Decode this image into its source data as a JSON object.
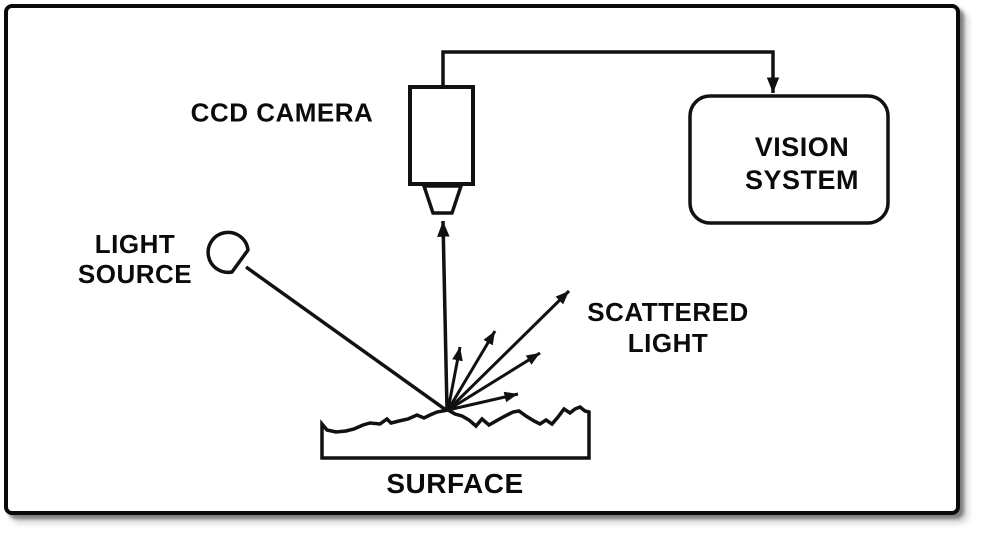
{
  "diagram": {
    "labels": {
      "ccd_camera": "CCD CAMERA",
      "vision_system_line1": "VISION",
      "vision_system_line2": "SYSTEM",
      "light_source_line1": "LIGHT",
      "light_source_line2": "SOURCE",
      "scattered_light_line1": "SCATTERED",
      "scattered_light_line2": "LIGHT",
      "surface": "SURFACE"
    },
    "connections": [
      {
        "from": "light_source",
        "to": "surface",
        "type": "incident-ray"
      },
      {
        "from": "surface",
        "to": "ccd_camera",
        "type": "reflected-ray-arrow"
      },
      {
        "from": "surface",
        "to": "scattered_light",
        "type": "scatter-arrows",
        "count": 5
      },
      {
        "from": "ccd_camera",
        "to": "vision_system",
        "type": "signal-wire-arrow"
      }
    ],
    "colors": {
      "ink": "#111111",
      "background": "#ffffff",
      "frame_border": "#0a0a0a",
      "shadow": "#9a9a9a"
    }
  }
}
